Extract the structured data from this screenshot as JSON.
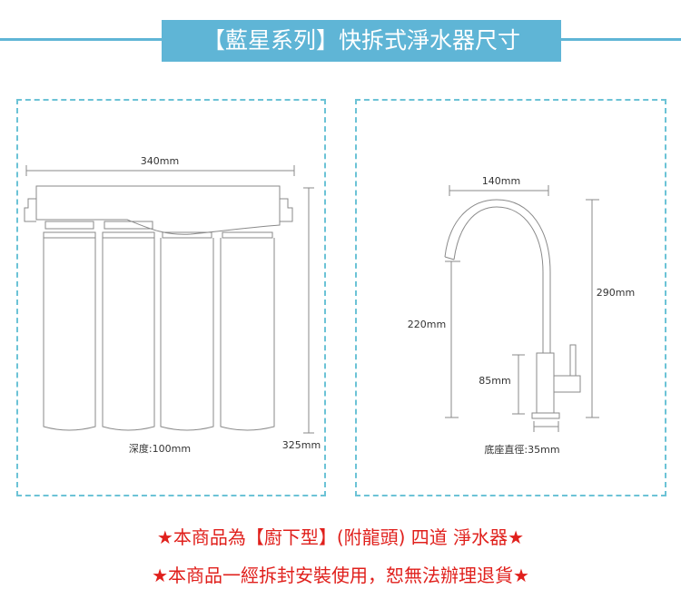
{
  "title": "【藍星系列】快拆式淨水器尺寸",
  "filter_unit": {
    "width": "340mm",
    "height": "325mm",
    "depth": "深度:100mm"
  },
  "faucet": {
    "reach": "140mm",
    "height": "290mm",
    "spout_height": "220mm",
    "body_height": "85mm",
    "base_diameter": "底座直徑:35mm"
  },
  "notes": [
    "★本商品為【廚下型】(附龍頭) 四道 淨水器★",
    "★本商品一經拆封安裝使用，恕無法辦理退貨★"
  ],
  "colors": {
    "accent": "#5fb5d6",
    "border": "#6cc3d6",
    "note": "#e0201c",
    "line": "#888888"
  }
}
